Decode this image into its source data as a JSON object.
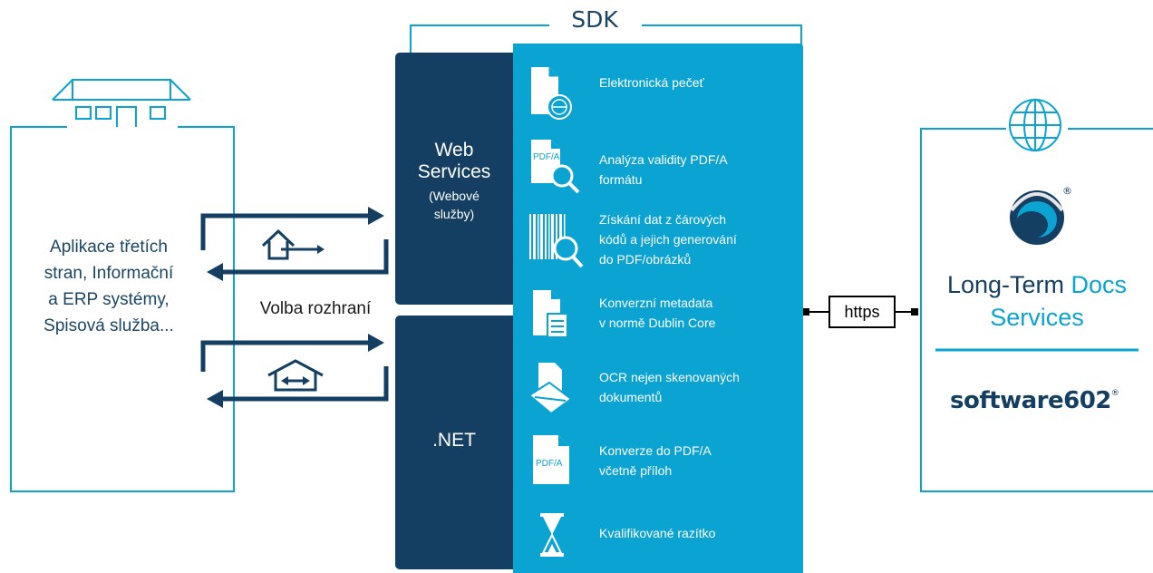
{
  "sdk_label": "SDK",
  "left_box": {
    "lines": [
      "Aplikace třetích",
      "stran, Informační",
      "a ERP systémy,",
      "Spisová služba..."
    ]
  },
  "interface_choice": "Volba rozhraní",
  "web_services": {
    "title_line1": "Web",
    "title_line2": "Services",
    "sub_line1": "(Webové",
    "sub_line2": "služby)"
  },
  "dotnet": {
    "title": ".NET"
  },
  "features": [
    {
      "icon": "electronic-seal-icon",
      "lines": [
        "Elektronická pečeť"
      ]
    },
    {
      "icon": "pdfa-validation-icon",
      "lines": [
        "Analýza validity PDF/A",
        "formátu"
      ]
    },
    {
      "icon": "barcode-search-icon",
      "lines": [
        "Získání dat z čárových",
        "kódů a jejich generování",
        "do PDF/obrázků"
      ]
    },
    {
      "icon": "metadata-document-icon",
      "lines": [
        "Konverzní metadata",
        "v normě Dublin Core"
      ]
    },
    {
      "icon": "scanner-icon",
      "lines": [
        "OCR nejen skenovaných",
        "dokumentů"
      ]
    },
    {
      "icon": "pdfa-document-icon",
      "lines": [
        "Konverze do PDF/A",
        "včetně příloh"
      ]
    },
    {
      "icon": "hourglass-icon",
      "lines": [
        "Kvalifikované razítko"
      ]
    }
  ],
  "icon_texts": {
    "pdfa_small": "PDF/A",
    "pdfa_doc": "PDF/A"
  },
  "connection": {
    "label": "https"
  },
  "right_box": {
    "registered": "®",
    "title_part1": "Long-Term ",
    "title_part2": "Docs",
    "title_line2": "Services",
    "brand": "software602",
    "brand_registered": "®"
  },
  "colors": {
    "dark_navy": "#153f62",
    "cyan": "#0aa3d2",
    "outline": "#0aa3d2",
    "text_dark": "#1a4664"
  }
}
